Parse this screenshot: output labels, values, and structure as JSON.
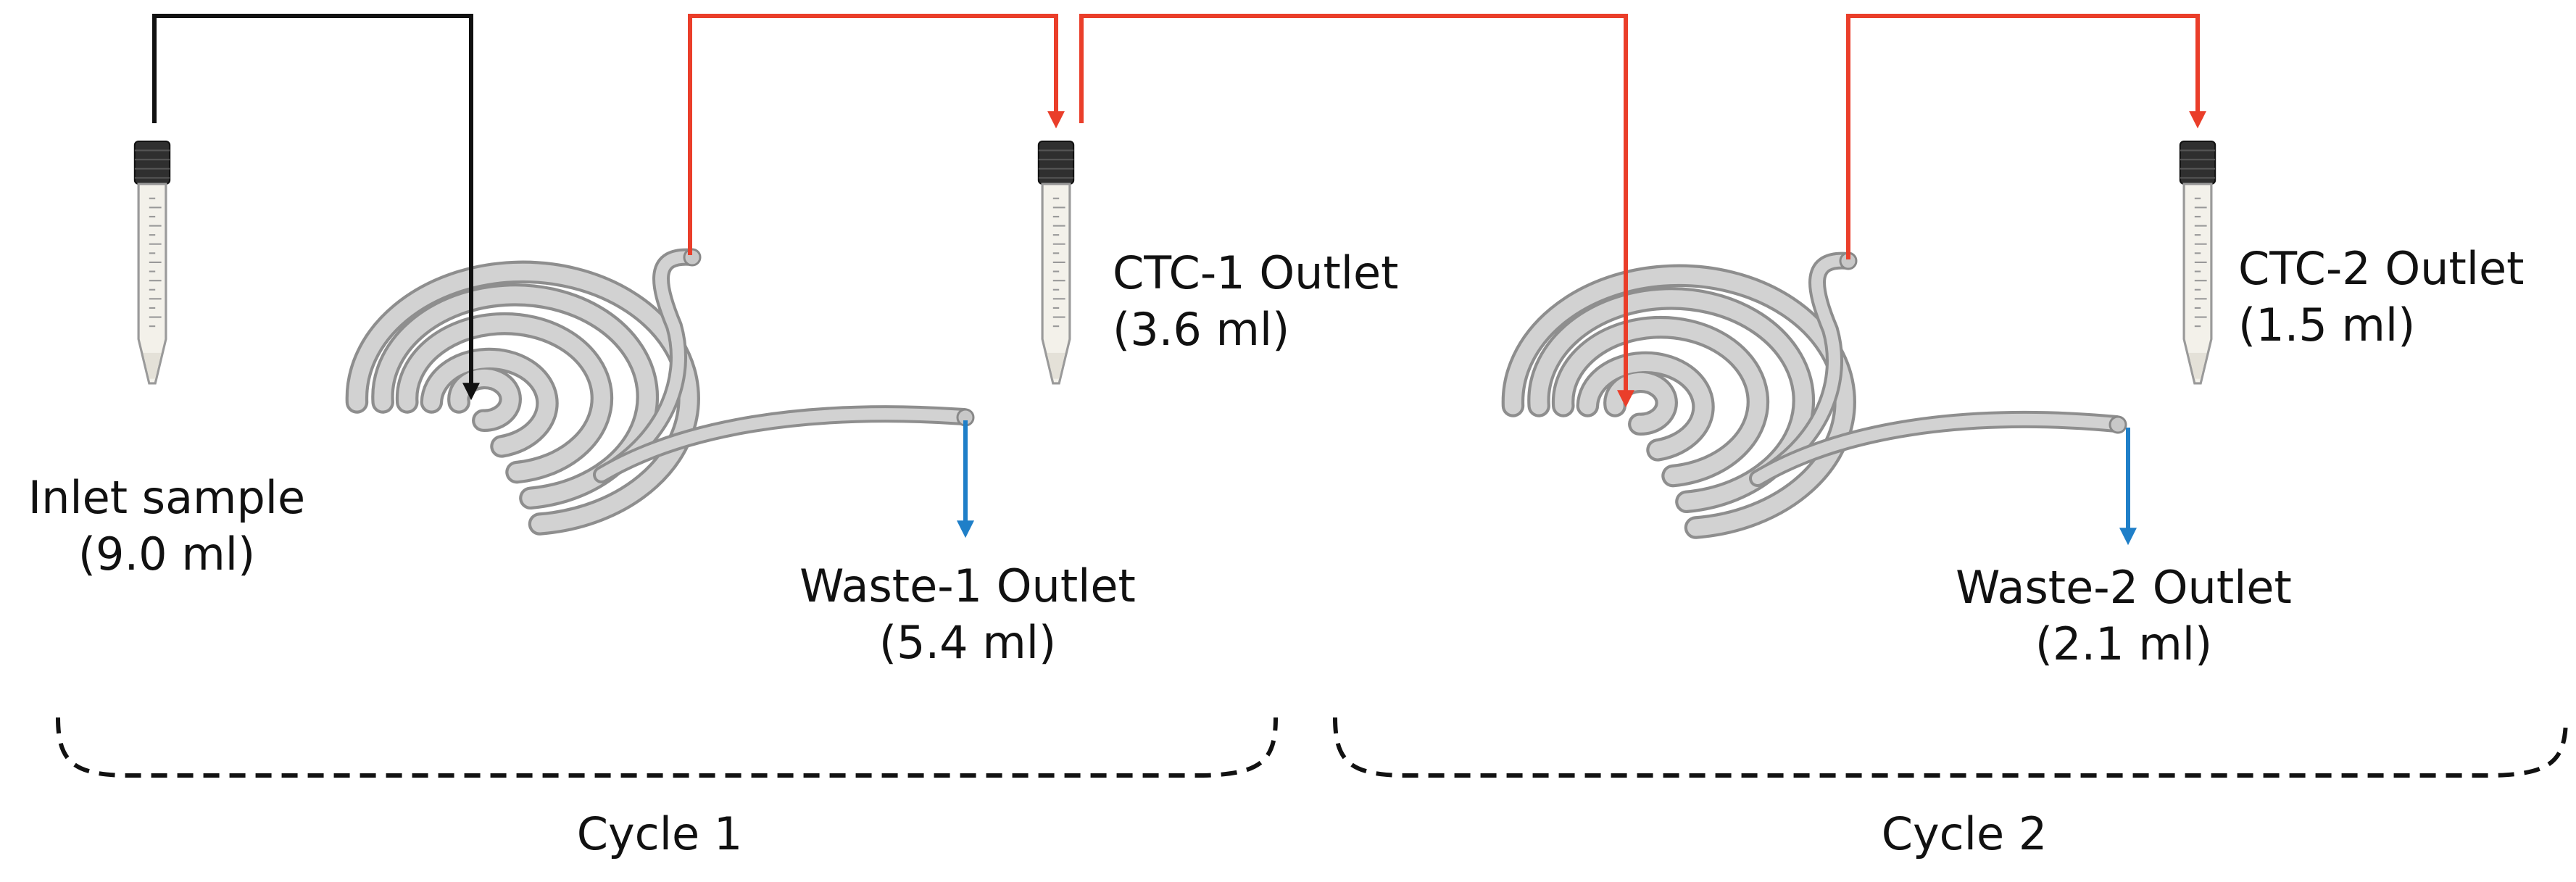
{
  "labels": {
    "inlet": {
      "name": "Inlet sample",
      "volume": "(9.0 ml)"
    },
    "ctc1": {
      "name": "CTC-1 Outlet",
      "volume": "(3.6 ml)"
    },
    "waste1": {
      "name": "Waste-1 Outlet",
      "volume": "(5.4 ml)"
    },
    "ctc2": {
      "name": "CTC-2 Outlet",
      "volume": "(1.5 ml)"
    },
    "waste2": {
      "name": "Waste-2 Outlet",
      "volume": "(2.1 ml)"
    },
    "cycle1": "Cycle 1",
    "cycle2": "Cycle 2"
  },
  "colors": {
    "inlet_flow": "#111111",
    "ctc_flow": "#ea3e2a",
    "waste_flow": "#1f7fc8",
    "channel_fill": "#d2d2d2",
    "channel_stroke": "#8e8e8e",
    "tube_cap": "#2f2f2f",
    "tube_body": "#f3f1ea",
    "bracket": "#111111"
  }
}
